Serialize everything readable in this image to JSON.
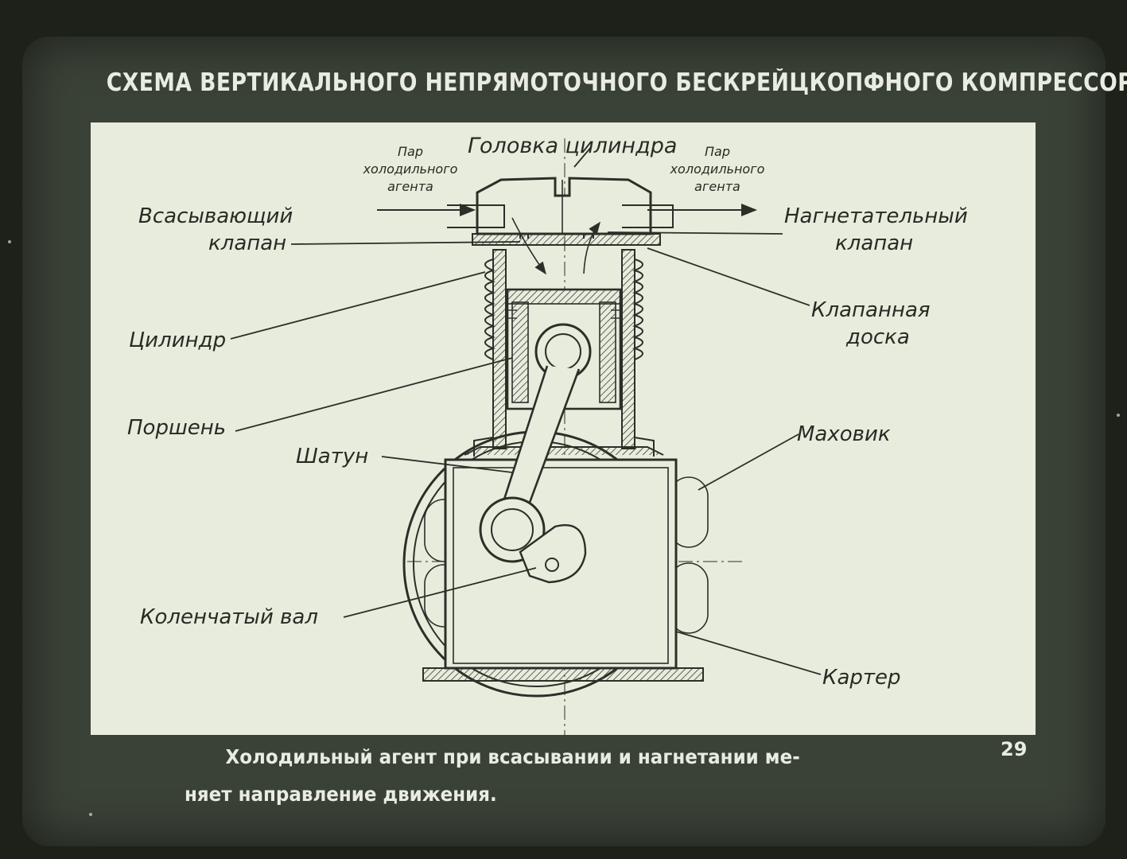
{
  "title": "СХЕМА ВЕРТИКАЛЬНОГО НЕПРЯМОТОЧНОГО БЕСКРЕЙЦКОПФНОГО КОМПРЕССОРА",
  "labels": {
    "cylinder_head": "Головка цилиндра",
    "vapor_in_1": "Пар",
    "vapor_in_2": "холодильного",
    "vapor_in_3": "агента",
    "vapor_out_1": "Пар",
    "vapor_out_2": "холодильного",
    "vapor_out_3": "агента",
    "suction_valve_1": "Всасывающий",
    "suction_valve_2": "клапан",
    "discharge_valve_1": "Нагнетательный",
    "discharge_valve_2": "клапан",
    "valve_plate_1": "Клапанная",
    "valve_plate_2": "доска",
    "cylinder": "Цилиндр",
    "piston": "Поршень",
    "connecting_rod": "Шатун",
    "flywheel": "Маховик",
    "crankshaft": "Коленчатый вал",
    "crankcase": "Картер"
  },
  "caption": {
    "line1": "Холодильный агент при всасывании и нагнетании ме-",
    "line2": "няет направление движения."
  },
  "page_number": "29"
}
